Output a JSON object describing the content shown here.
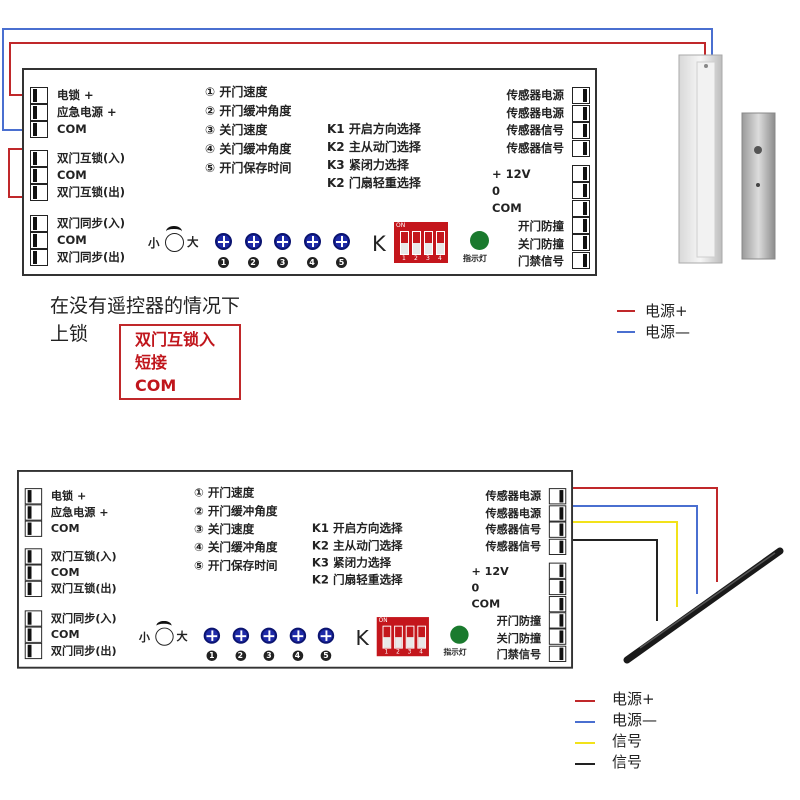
{
  "panel": {
    "left_group1": [
      "电锁 +",
      "应急电源 +",
      "COM"
    ],
    "left_group2": [
      "双门互锁(入)",
      "COM",
      "双门互锁(出)"
    ],
    "left_group3": [
      "双门同步(入)",
      "COM",
      "双门同步(出)"
    ],
    "pots": [
      "① 开门速度",
      "② 开门缓冲角度",
      "③ 关门速度",
      "④ 关门缓冲角度",
      "⑤ 开门保存时间"
    ],
    "k_switches": [
      "K1 开启方向选择",
      "K2 主从动门选择",
      "K3 紧闭力选择",
      "K2 门扇轻重选择"
    ],
    "right_sensor": [
      "传感器电源",
      "传感器电源",
      "传感器信号",
      "传感器信号"
    ],
    "right_power": [
      "+ 12V",
      "0",
      "COM"
    ],
    "right_inputs": [
      "开门防撞",
      "关门防撞",
      "门禁信号"
    ],
    "knob_small": "小",
    "knob_large": "大",
    "screw_numbers": [
      "1",
      "2",
      "3",
      "4",
      "5"
    ],
    "k_label": "K",
    "dip_on": "ON",
    "dip_numbers": [
      "1",
      "2",
      "3",
      "4"
    ],
    "indicator_label": "指示灯"
  },
  "note": {
    "line1": "在没有遥控器的情况下",
    "line2": "上锁",
    "box": [
      "双门互锁入",
      "短接",
      "COM"
    ]
  },
  "legend_top": [
    {
      "label": "电源+",
      "color": "#c0282a"
    },
    {
      "label": "电源—",
      "color": "#4a6fd0"
    }
  ],
  "legend_bottom": [
    {
      "label": "电源+",
      "color": "#c0282a"
    },
    {
      "label": "电源—",
      "color": "#4a6fd0"
    },
    {
      "label": "信号",
      "color": "#f2e21a"
    },
    {
      "label": "信号",
      "color": "#222222"
    }
  ],
  "colors": {
    "wire_red": "#c0282a",
    "wire_blue": "#4a6fd0",
    "wire_yellow": "#f2e21a",
    "wire_black": "#222222",
    "indicator": "#1a7a2e",
    "dip": "#c4161c",
    "screw": "#1e2aa8"
  }
}
